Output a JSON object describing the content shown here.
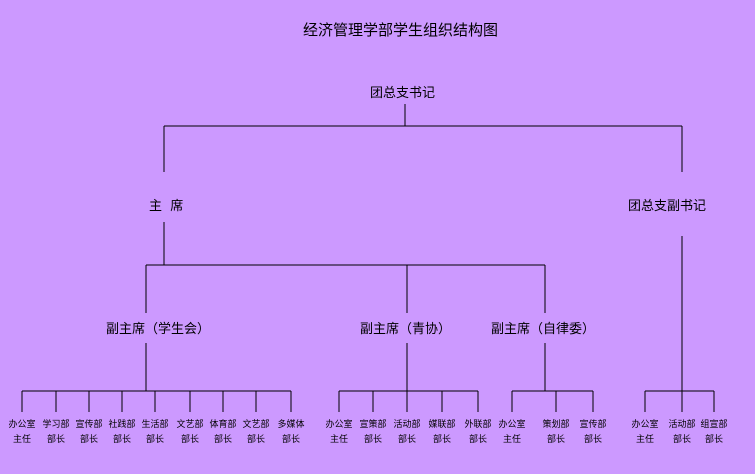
{
  "title": "经济管理学部学生组织结构图",
  "root": "团总支书记",
  "chair": "主  席",
  "deputy_secretary": "团总支副书记",
  "vice_chairs": [
    "副主席（学生会）",
    "副主席（青协）",
    "副主席（自律委）"
  ],
  "groups": [
    [
      {
        "l1": "办公室",
        "l2": "主任"
      },
      {
        "l1": "学习部",
        "l2": "部长"
      },
      {
        "l1": "宣传部",
        "l2": "部长"
      },
      {
        "l1": "社践部",
        "l2": "部长"
      },
      {
        "l1": "生活部",
        "l2": "部长"
      },
      {
        "l1": "文艺部",
        "l2": "部长"
      },
      {
        "l1": "体育部",
        "l2": "部长"
      },
      {
        "l1": "文艺部",
        "l2": "部长"
      },
      {
        "l1": "多媒体",
        "l2": "部长"
      }
    ],
    [
      {
        "l1": "办公室",
        "l2": "主任"
      },
      {
        "l1": "宣策部",
        "l2": "部长"
      },
      {
        "l1": "活动部",
        "l2": "部长"
      },
      {
        "l1": "媒联部",
        "l2": "部长"
      },
      {
        "l1": "外联部",
        "l2": "部长"
      }
    ],
    [
      {
        "l1": "办公室",
        "l2": "主任"
      },
      {
        "l1": "策划部",
        "l2": "部长"
      },
      {
        "l1": "宣传部",
        "l2": "部长"
      }
    ],
    [
      {
        "l1": "办公室",
        "l2": "主任"
      },
      {
        "l1": "活动部",
        "l2": "部长"
      },
      {
        "l1": "组宣部",
        "l2": "部长"
      }
    ]
  ]
}
